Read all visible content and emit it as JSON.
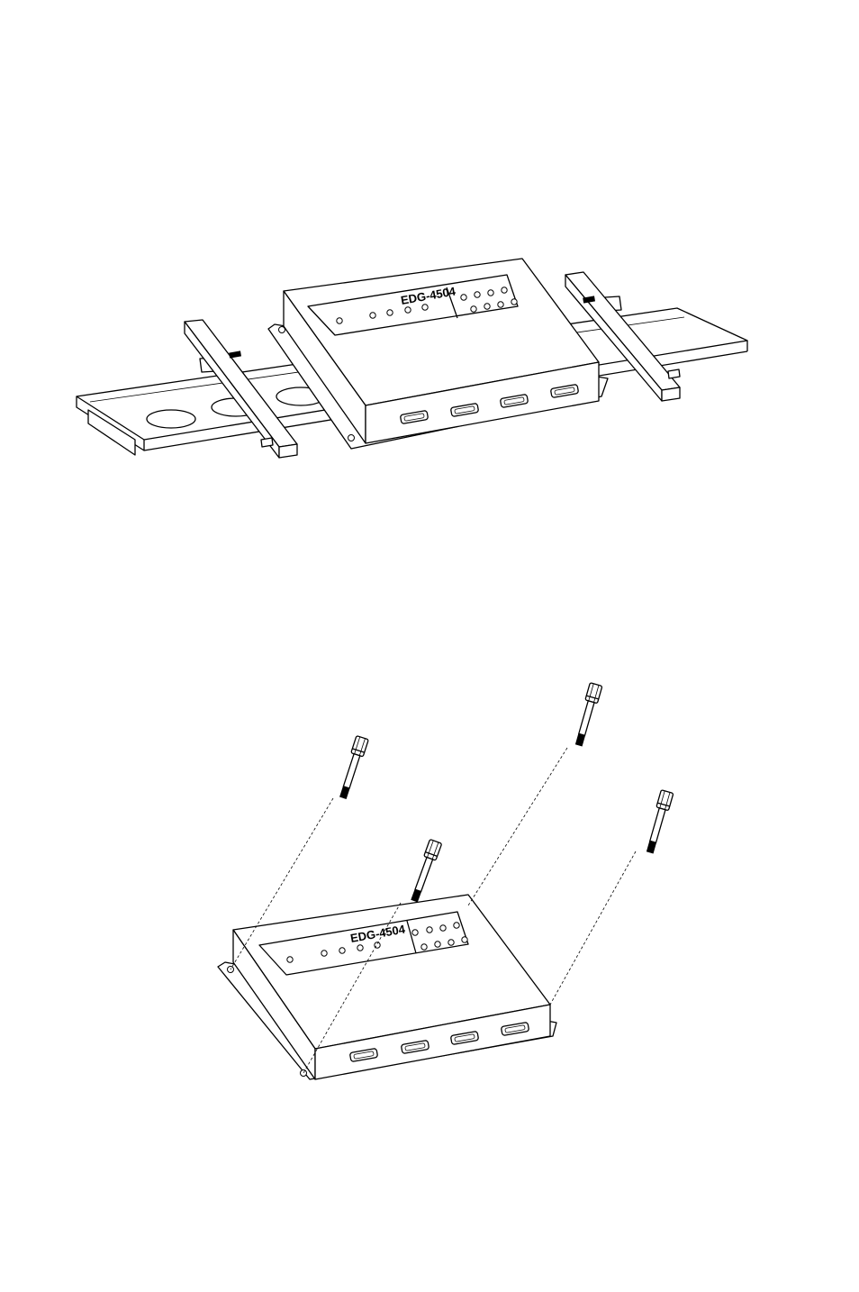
{
  "figures": [
    {
      "id": "din-rail-mounting",
      "device_label": "EDG-4504"
    },
    {
      "id": "wall-mounting",
      "device_label": "EDG-4504"
    }
  ]
}
